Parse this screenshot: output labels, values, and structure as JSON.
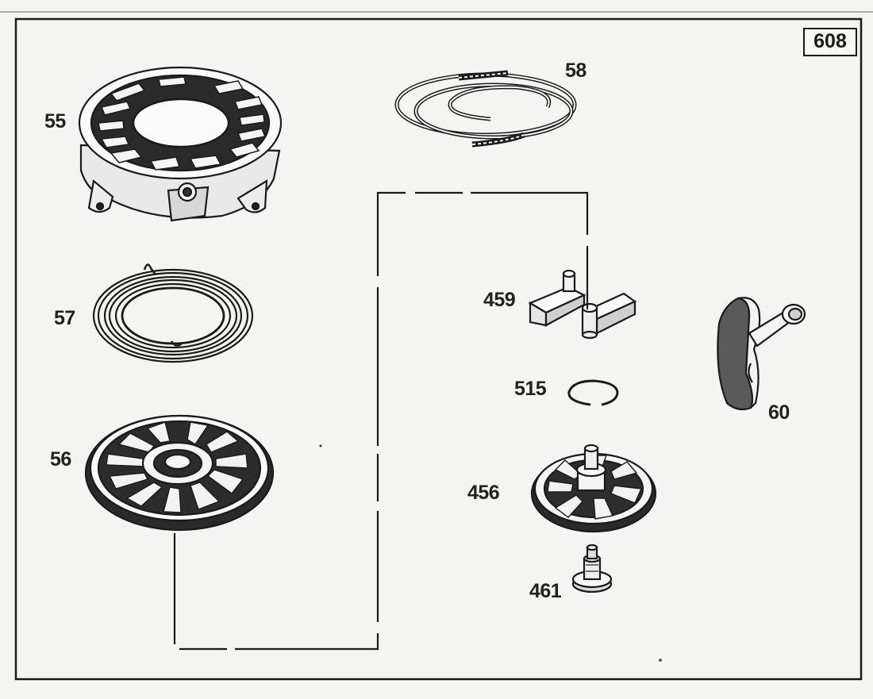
{
  "page_number": "608",
  "parts": [
    {
      "id": "55",
      "name": "recoil-housing"
    },
    {
      "id": "58",
      "name": "starter-rope"
    },
    {
      "id": "57",
      "name": "recoil-spring"
    },
    {
      "id": "459",
      "name": "pawl"
    },
    {
      "id": "60",
      "name": "starter-handle"
    },
    {
      "id": "515",
      "name": "retaining-ring"
    },
    {
      "id": "56",
      "name": "recoil-pulley"
    },
    {
      "id": "456",
      "name": "pawl-hub"
    },
    {
      "id": "461",
      "name": "pulley-screw"
    }
  ]
}
